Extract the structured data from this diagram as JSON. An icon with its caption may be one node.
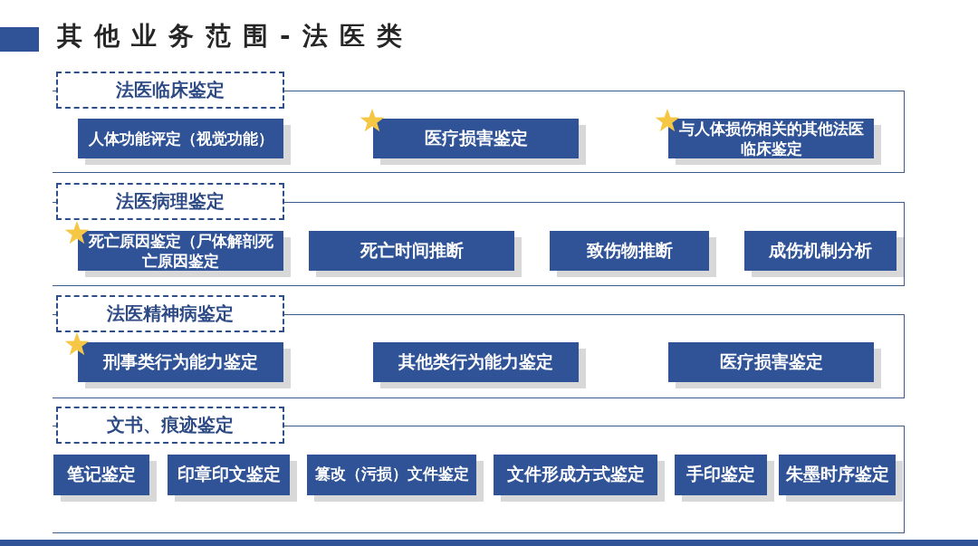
{
  "diagram": {
    "title": "其他业务范围-法医类",
    "nodes": [
      {
        "text": [
          "法医临床鉴定"
        ]
      },
      {
        "text": [
          "人体功能评定（视觉功能）"
        ],
        "in": 0
      },
      {
        "text": [
          "医疗损害鉴定"
        ],
        "in": 0
      },
      {
        "text": [
          "与人体损伤相关的其他法医临床鉴定"
        ],
        "in": 0
      },
      {
        "text": [
          "法医病理鉴定"
        ]
      },
      {
        "text": [
          "死亡原因鉴定（尸体解剖死亡原因鉴定"
        ],
        "in": 4
      },
      {
        "text": [
          "死亡时间推断"
        ],
        "in": 4
      },
      {
        "text": [
          "致伤物推断"
        ],
        "in": 4
      },
      {
        "text": [
          "成伤机制分析"
        ],
        "in": 4
      },
      {
        "text": [
          "法医精神病鉴定"
        ]
      },
      {
        "text": [
          "刑事类行为能力鉴定"
        ],
        "in": 9
      },
      {
        "text": [
          "其他类行为能力鉴定"
        ],
        "in": 9
      },
      {
        "text": [
          "医疗损害鉴定"
        ],
        "in": 9
      },
      {
        "text": [
          "文书、痕迹鉴定"
        ]
      },
      {
        "text": [
          "笔记鉴定"
        ],
        "in": 13
      },
      {
        "text": [
          "印章印文鉴定"
        ],
        "in": 13
      },
      {
        "text": [
          "篡改（污损）文件鉴定"
        ],
        "in": 13
      },
      {
        "text": [
          "文件形成方式鉴定"
        ],
        "in": 13
      },
      {
        "text": [
          "手印鉴定"
        ],
        "in": 13
      },
      {
        "text": [
          "朱墨时序鉴定"
        ],
        "in": 13
      }
    ]
  }
}
